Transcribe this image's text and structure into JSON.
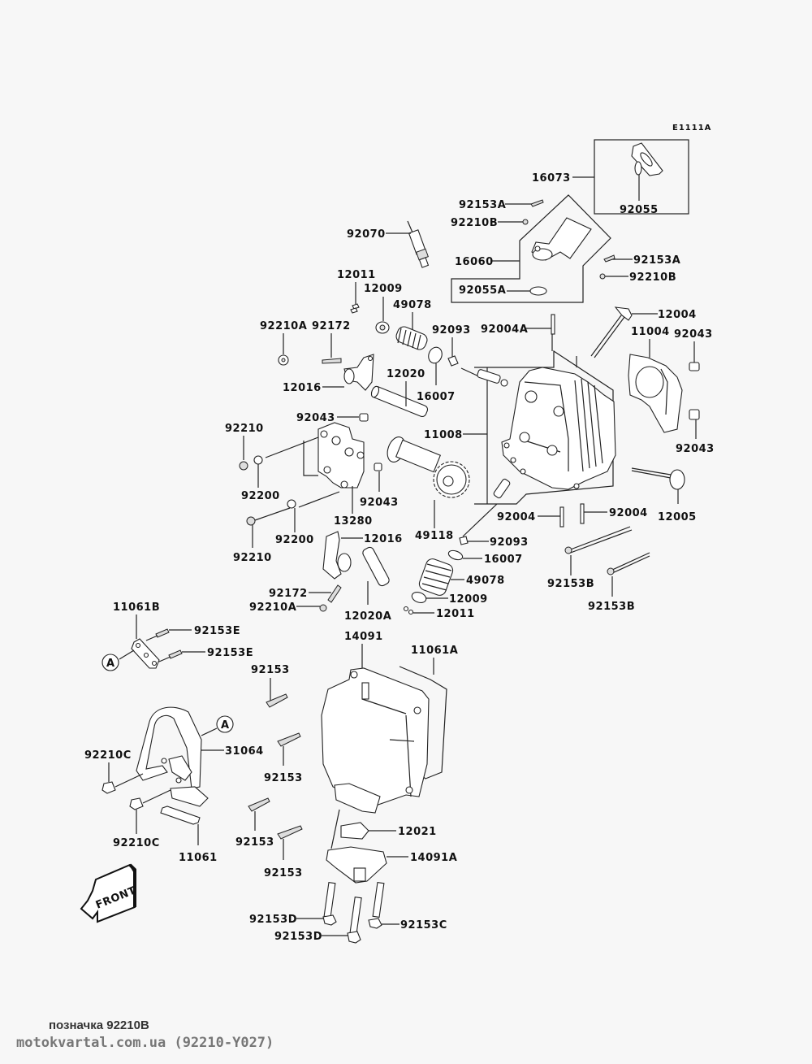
{
  "diagram": {
    "code": "E1111A",
    "direction_marker": "FRONT",
    "ref_marker": "A",
    "labels": {
      "l16073": "16073",
      "l92055": "92055",
      "l92153A_1": "92153A",
      "l92210B_1": "92210B",
      "l92070": "92070",
      "l16060": "16060",
      "l92153A_2": "92153A",
      "l92210B_2": "92210B",
      "l92055A": "92055A",
      "l12011_1": "12011",
      "l12009_1": "12009",
      "l49078_1": "49078",
      "l92210A_1": "92210A",
      "l92172_1": "92172",
      "l92093_1": "92093",
      "l92004A": "92004A",
      "l12004": "12004",
      "l11004": "11004",
      "l92043_1": "92043",
      "l12016_1": "12016",
      "l12020": "12020",
      "l16007_1": "16007",
      "l92043_2": "92043",
      "l11008": "11008",
      "l92043_3": "92043",
      "l92210_1": "92210",
      "l92200_1": "92200",
      "l92043_4": "92043",
      "l13280": "13280",
      "l49118": "49118",
      "l92004_1": "92004",
      "l92004_2": "92004",
      "l12005": "12005",
      "l92200_2": "92200",
      "l12016_2": "12016",
      "l92093_2": "92093",
      "l92210_2": "92210",
      "l16007_2": "16007",
      "l49078_2": "49078",
      "l92172_2": "92172",
      "l92210A_2": "92210A",
      "l12020A": "12020A",
      "l12009_2": "12009",
      "l12011_2": "12011",
      "l92153B_1": "92153B",
      "l92153B_2": "92153B",
      "l11061B": "11061B",
      "l92153E_1": "92153E",
      "l92153E_2": "92153E",
      "l14091": "14091",
      "l11061A": "11061A",
      "l92153_1": "92153",
      "l31064": "31064",
      "l92210C_1": "92210C",
      "l92153_2": "92153",
      "l92210C_2": "92210C",
      "l11061": "11061",
      "l92153_3": "92153",
      "l12021": "12021",
      "l92153_4": "92153",
      "l14091A": "14091A",
      "l92153D_1": "92153D",
      "l92153C": "92153C",
      "l92153D_2": "92153D"
    }
  },
  "caption": "позначка 92210B",
  "watermark": "motokvartal.com.ua (92210-Y027)"
}
